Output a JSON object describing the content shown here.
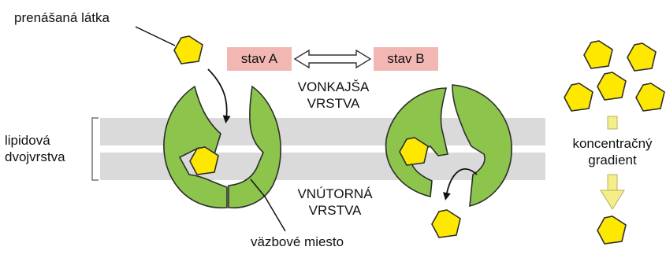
{
  "labels": {
    "transported_substance": "prenášaná látka",
    "state_a": "stav A",
    "state_b": "stav B",
    "outer_layer_line1": "VONKAJŠA",
    "outer_layer_line2": "VRSTVA",
    "lipid_line1": "lipidová",
    "lipid_line2": "dvojvrstva",
    "inner_layer_line1": "VNÚTORNÁ",
    "inner_layer_line2": "VRSTVA",
    "binding_site": "väzbové miesto",
    "gradient_line1": "koncentračný",
    "gradient_line2": "gradient"
  },
  "colors": {
    "membrane": "#d9dad9",
    "protein": "#8cc44c",
    "protein_stroke": "#2e2e2e",
    "molecule": "#ffe800",
    "state_box": "#f2b7b3",
    "gradient_arrow": "#f3ee8a"
  }
}
